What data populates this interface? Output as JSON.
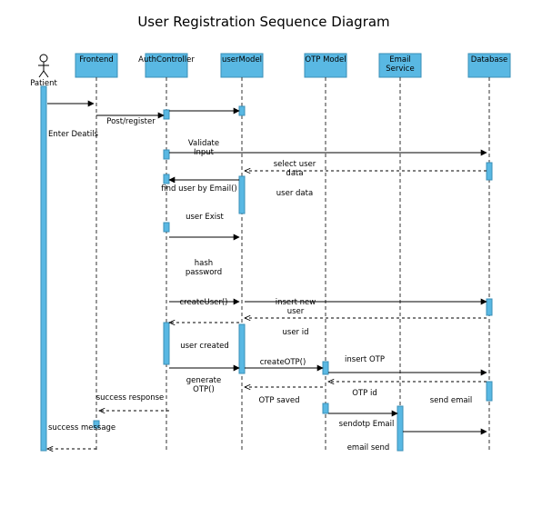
{
  "title": "User Registration Sequence Diagram",
  "colors": {
    "header_fill": "#59b8e3",
    "header_stroke": "#3a8fb7",
    "activation_fill": "#59b8e3"
  },
  "participants": [
    {
      "id": "patient",
      "label": "Patient",
      "kind": "actor"
    },
    {
      "id": "frontend",
      "label": "Frontend",
      "kind": "box"
    },
    {
      "id": "auth",
      "label": "AuthController",
      "kind": "box"
    },
    {
      "id": "usermodel",
      "label": "userModel",
      "kind": "box"
    },
    {
      "id": "otpmodel",
      "label": "OTP Model",
      "kind": "box"
    },
    {
      "id": "email",
      "label": "Email\nService",
      "kind": "box"
    },
    {
      "id": "database",
      "label": "Database",
      "kind": "box"
    }
  ],
  "messages": [
    {
      "from": "patient",
      "to": "frontend",
      "label": "",
      "type": "sync"
    },
    {
      "from": "frontend",
      "to": "auth",
      "label": "Post/register",
      "type": "sync"
    },
    {
      "from": "auth",
      "to": "usermodel",
      "label": "",
      "type": "sync"
    },
    {
      "from": "auth",
      "to": "database",
      "label": "Validate\nInput",
      "type": "sync"
    },
    {
      "from": "database",
      "to": "usermodel",
      "label": "select user\ndata",
      "type": "return"
    },
    {
      "from": "usermodel",
      "to": "auth",
      "label": "find user by Email()",
      "type": "sync"
    },
    {
      "from": "auth",
      "to": "usermodel",
      "label": "user Exist",
      "type": "sync"
    },
    {
      "from": "auth",
      "to": "usermodel",
      "label": "createUser()",
      "type": "sync"
    },
    {
      "from": "usermodel",
      "to": "database",
      "label": "insert new\nuser",
      "type": "sync"
    },
    {
      "from": "database",
      "to": "usermodel",
      "label": "",
      "type": "return"
    },
    {
      "from": "usermodel",
      "to": "auth",
      "label": "",
      "type": "return"
    },
    {
      "from": "auth",
      "to": "usermodel",
      "label": "",
      "type": "sync"
    },
    {
      "from": "usermodel",
      "to": "otpmodel",
      "label": "createOTP()",
      "type": "sync"
    },
    {
      "from": "otpmodel",
      "to": "database",
      "label": "insert OTP",
      "type": "sync"
    },
    {
      "from": "database",
      "to": "otpmodel",
      "label": "OTP id",
      "type": "return"
    },
    {
      "from": "otpmodel",
      "to": "usermodel",
      "label": "OTP saved",
      "type": "return"
    },
    {
      "from": "usermodel",
      "to": "frontend",
      "label": "success response",
      "type": "return"
    },
    {
      "from": "otpmodel",
      "to": "email",
      "label": "sendotp Email",
      "type": "sync"
    },
    {
      "from": "email",
      "to": "database",
      "label": "",
      "type": "sync"
    },
    {
      "from": "frontend",
      "to": "patient",
      "label": "",
      "type": "return"
    }
  ],
  "notes": [
    "Enter Deatils",
    "user data",
    "hash\npassword",
    "user id",
    "user created",
    "generate\nOTP()",
    "send email",
    "success message",
    "email send"
  ]
}
